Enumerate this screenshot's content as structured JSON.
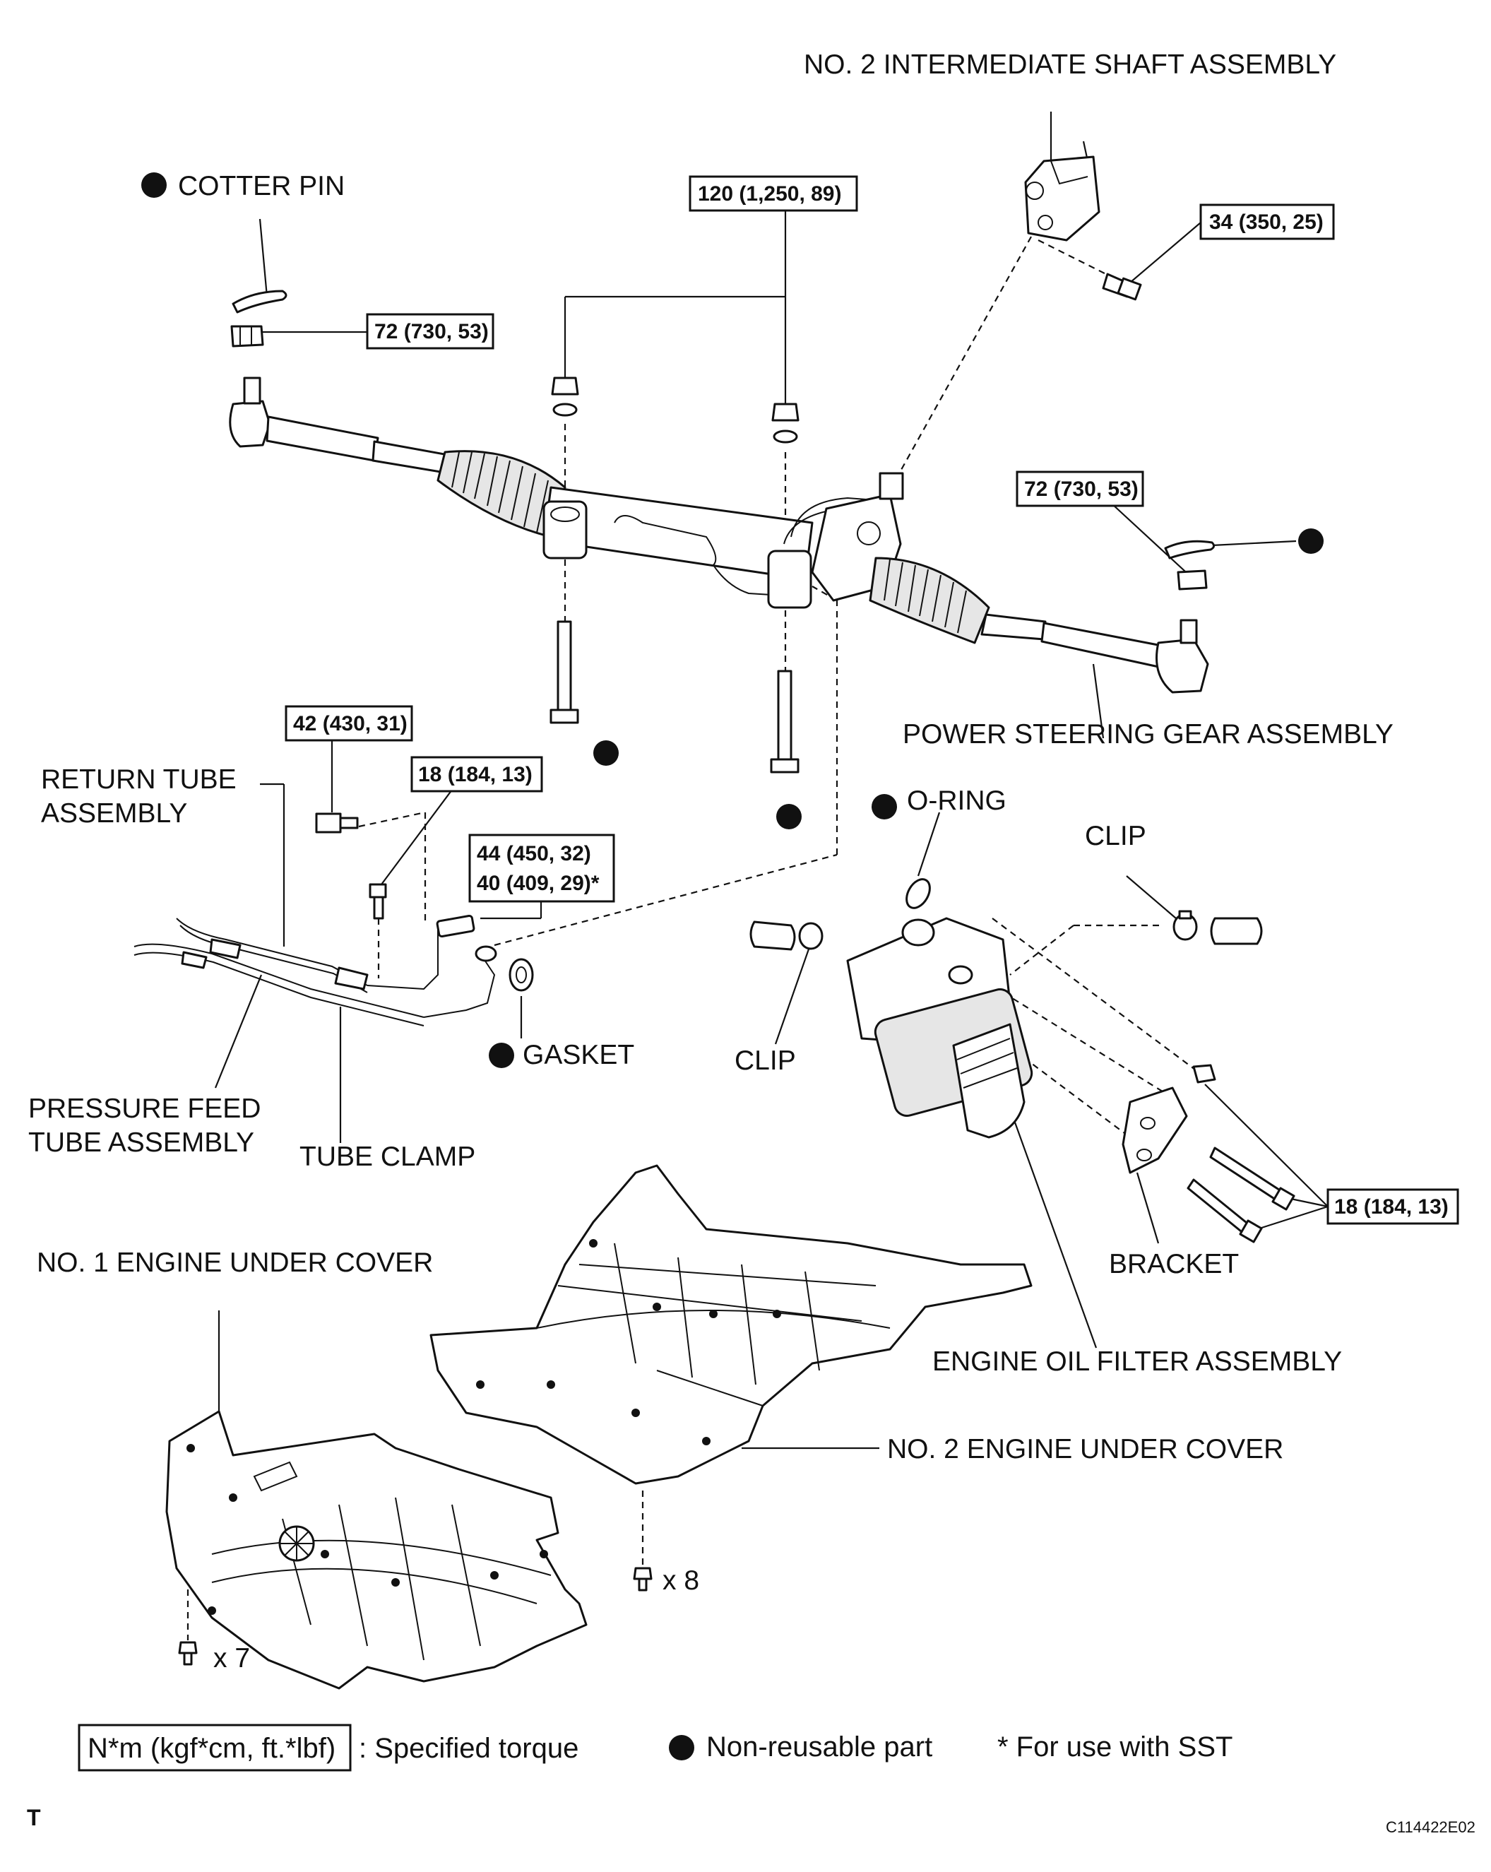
{
  "labels": {
    "intermediate_shaft": "NO. 2 INTERMEDIATE SHAFT ASSEMBLY",
    "cotter_pin": "COTTER PIN",
    "power_steering_gear": "POWER STEERING GEAR ASSEMBLY",
    "return_tube_l1": "RETURN TUBE",
    "return_tube_l2": "ASSEMBLY",
    "o_ring": "O-RING",
    "clip_upper": "CLIP",
    "clip_lower": "CLIP",
    "gasket": "GASKET",
    "pressure_feed_l1": "PRESSURE FEED",
    "pressure_feed_l2": "TUBE ASSEMBLY",
    "tube_clamp": "TUBE CLAMP",
    "bracket": "BRACKET",
    "no1_under_cover": "NO. 1 ENGINE UNDER COVER",
    "oil_filter": "ENGINE OIL FILTER ASSEMBLY",
    "no2_under_cover": "NO. 2 ENGINE UNDER COVER",
    "qty_8": "x 8",
    "qty_7": "x 7"
  },
  "torques": {
    "gear_bolts": "120 (1,250, 89)",
    "shaft_bolt": "34 (350, 25)",
    "tie_rod_nut_left": "72 (730, 53)",
    "tie_rod_nut_right": "72 (730, 53)",
    "return_tube_bolt": "42 (430, 31)",
    "clamp_bolt": "18 (184, 13)",
    "union_bolt_l1": "44 (450, 32)",
    "union_bolt_l2": "40 (409, 29)*",
    "bracket_bolts": "18 (184, 13)"
  },
  "legend": {
    "torque_unit": "N*m (kgf*cm, ft.*lbf)",
    "torque_desc": ": Specified torque",
    "nonreusable": "Non-reusable part",
    "sst_note": "* For use with SST"
  },
  "footer": {
    "letter": "T",
    "code": "C114422E02"
  },
  "colors": {
    "ink": "#111111",
    "background": "#ffffff",
    "shade": "#e6e6e6"
  }
}
